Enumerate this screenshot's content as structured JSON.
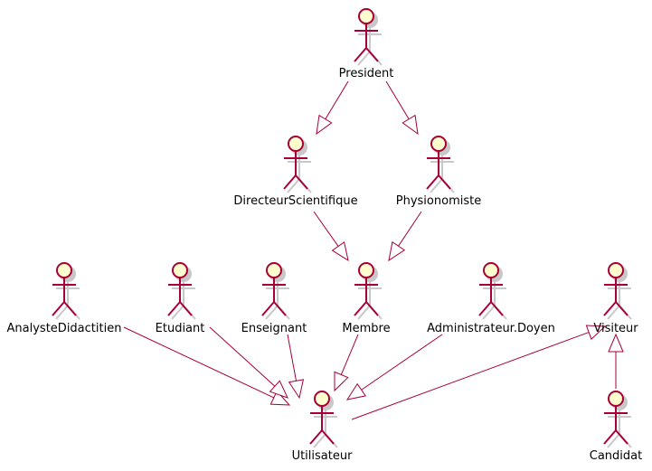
{
  "diagram": {
    "type": "use-case-actor-generalization",
    "colors": {
      "actor_fill": "#FEFECE",
      "actor_stroke": "#A80036",
      "edge": "#A80036",
      "shadow": "#C8C8C8",
      "text": "#000000"
    },
    "actors": [
      {
        "id": "president",
        "label": "President"
      },
      {
        "id": "directeur",
        "label": "DirecteurScientifique"
      },
      {
        "id": "physio",
        "label": "Physionomiste"
      },
      {
        "id": "analyste",
        "label": "AnalysteDidactitien"
      },
      {
        "id": "etudiant",
        "label": "Etudiant"
      },
      {
        "id": "enseignant",
        "label": "Enseignant"
      },
      {
        "id": "membre",
        "label": "Membre"
      },
      {
        "id": "admin",
        "label": "Administrateur.Doyen"
      },
      {
        "id": "visiteur",
        "label": "Visiteur"
      },
      {
        "id": "utilisateur",
        "label": "Utilisateur"
      },
      {
        "id": "candidat",
        "label": "Candidat"
      }
    ],
    "generalizations": [
      {
        "child": "directeur",
        "parent": "president"
      },
      {
        "child": "physio",
        "parent": "president"
      },
      {
        "child": "membre",
        "parent": "directeur"
      },
      {
        "child": "membre",
        "parent": "physio"
      },
      {
        "child": "utilisateur",
        "parent": "analyste"
      },
      {
        "child": "utilisateur",
        "parent": "etudiant"
      },
      {
        "child": "utilisateur",
        "parent": "enseignant"
      },
      {
        "child": "utilisateur",
        "parent": "membre"
      },
      {
        "child": "utilisateur",
        "parent": "admin"
      },
      {
        "child": "visiteur",
        "parent": "utilisateur"
      },
      {
        "child": "visiteur",
        "parent": "candidat"
      }
    ]
  }
}
